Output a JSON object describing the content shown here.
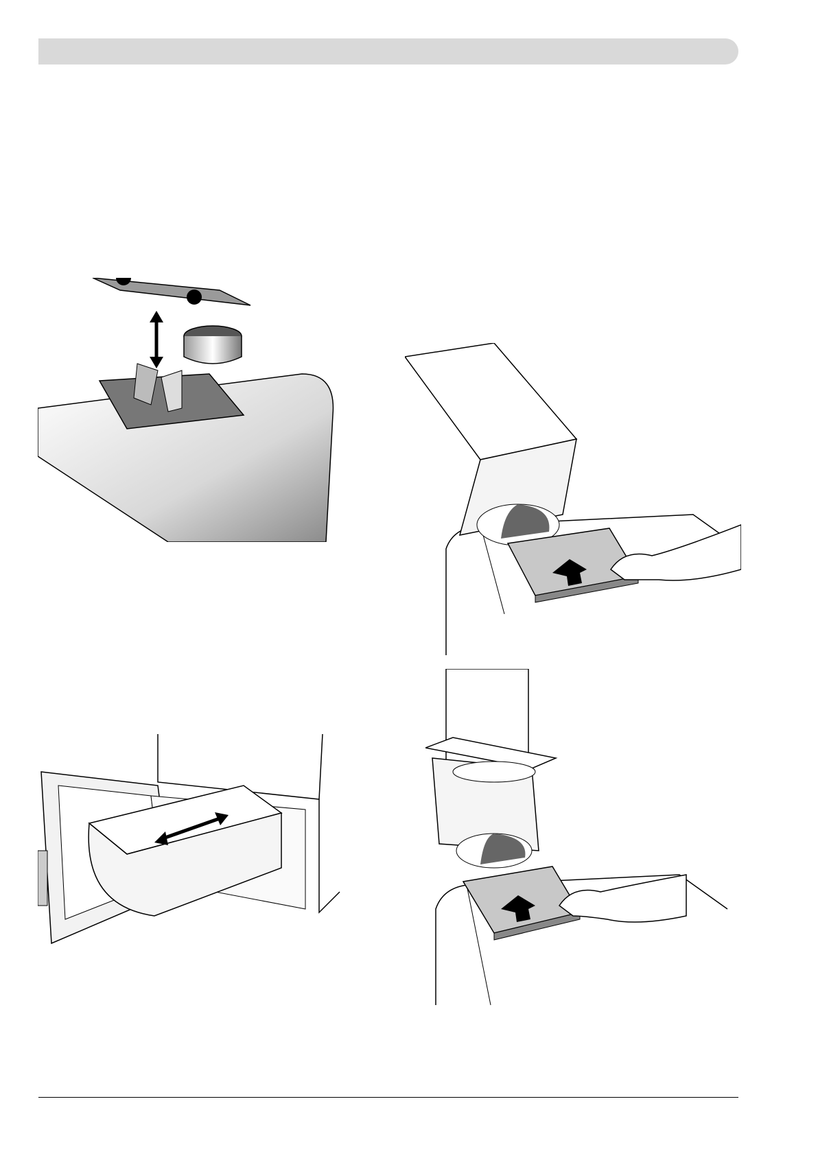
{
  "page": {
    "accent_color": "#d9d9d9",
    "line_color": "#000000"
  },
  "figures": [
    {
      "id": "fig-top-left",
      "icon": "lid-removal-illustration"
    },
    {
      "id": "fig-top-right",
      "icon": "flue-box-insertion-illustration"
    },
    {
      "id": "fig-bottom-left",
      "icon": "ash-pan-removal-illustration"
    },
    {
      "id": "fig-bottom-right",
      "icon": "flue-pipe-damper-illustration"
    }
  ]
}
